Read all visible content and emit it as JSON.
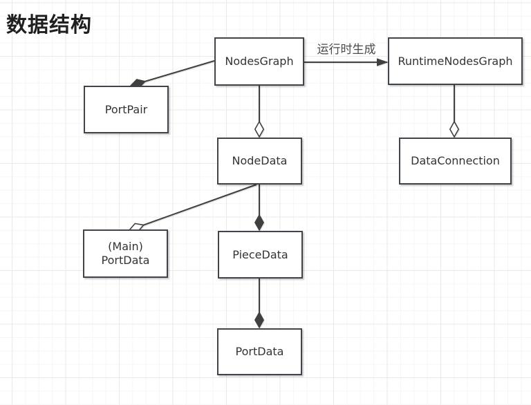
{
  "title": "数据结构",
  "diagram": {
    "nodes": {
      "nodes_graph": {
        "label": "NodesGraph"
      },
      "runtime_nodes_graph": {
        "label": "RuntimeNodesGraph"
      },
      "port_pair": {
        "label": "PortPair"
      },
      "node_data": {
        "label": "NodeData"
      },
      "data_connection": {
        "label": "DataConnection"
      },
      "main_port_data": {
        "label_line1": "(Main)",
        "label_line2": "PortData"
      },
      "piece_data": {
        "label": "PieceData"
      },
      "port_data": {
        "label": "PortData"
      }
    },
    "edges": [
      {
        "from": "NodesGraph",
        "to": "RuntimeNodesGraph",
        "connector": "filled-arrow",
        "label": "运行时生成"
      },
      {
        "from": "NodesGraph",
        "to": "PortPair",
        "connector": "filled-diamond",
        "label": ""
      },
      {
        "from": "NodesGraph",
        "to": "NodeData",
        "connector": "open-diamond",
        "label": ""
      },
      {
        "from": "RuntimeNodesGraph",
        "to": "DataConnection",
        "connector": "open-diamond",
        "label": ""
      },
      {
        "from": "NodeData",
        "to": "(Main) PortData",
        "connector": "open-diamond",
        "label": ""
      },
      {
        "from": "NodeData",
        "to": "PieceData",
        "connector": "filled-diamond",
        "label": ""
      },
      {
        "from": "PieceData",
        "to": "PortData",
        "connector": "filled-diamond",
        "label": ""
      }
    ],
    "colors": {
      "node_border": "#3f444a",
      "node_fill": "#ffffff",
      "edge_line": "#404040",
      "node_text": "#333333",
      "edge_label_text": "#4a4a4a",
      "title_text": "#1f1f1f",
      "grid_minor": "#f5f5f5",
      "grid_major": "#e9e9e9"
    }
  }
}
